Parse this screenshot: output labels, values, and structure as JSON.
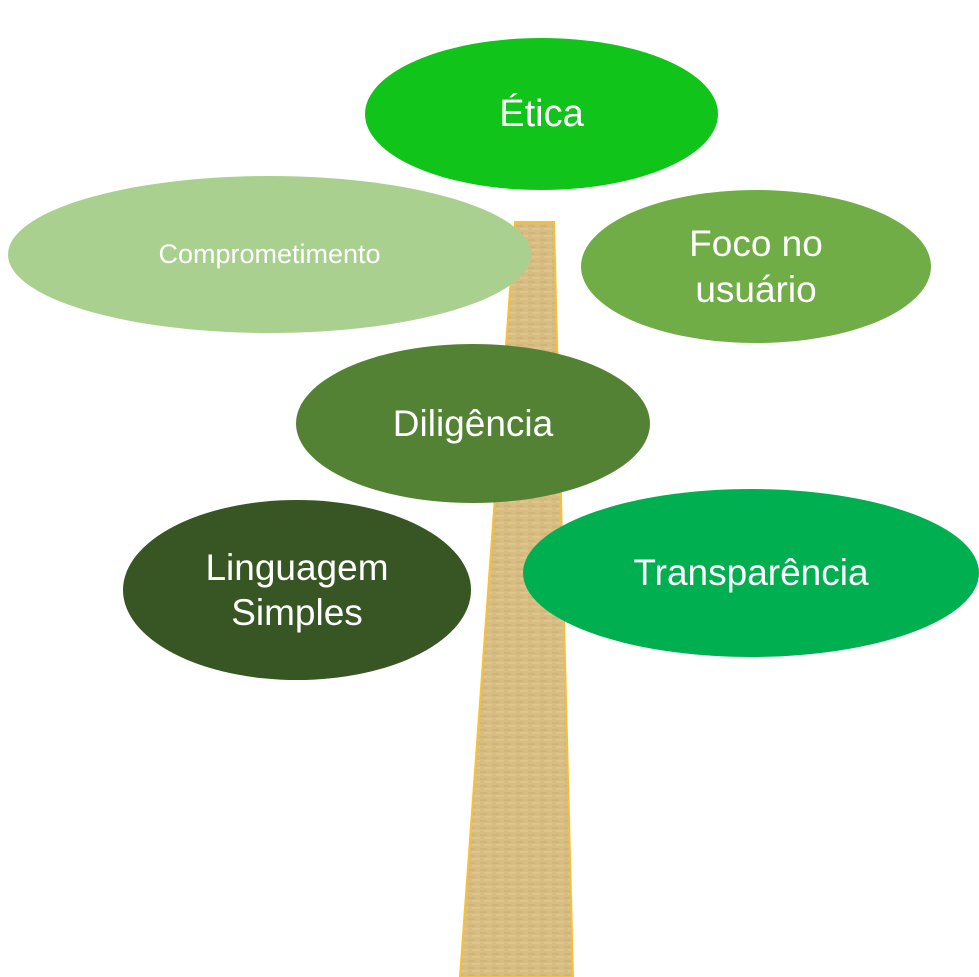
{
  "diagram": {
    "trunk": {
      "fill": "#d8bd83",
      "edge": "#f5c13a",
      "grain": "#c4a56a"
    },
    "leaves": [
      {
        "id": "etica",
        "label": "Ética",
        "color": "#11c41a"
      },
      {
        "id": "comprometimento",
        "label": "Comprometimento",
        "color": "#a9d08e"
      },
      {
        "id": "foco",
        "label": "Foco no\nusuário",
        "color": "#70ad47"
      },
      {
        "id": "diligencia",
        "label": "Diligência",
        "color": "#548235"
      },
      {
        "id": "linguagem",
        "label": "Linguagem\nSimples",
        "color": "#375623"
      },
      {
        "id": "transparencia",
        "label": "Transparência",
        "color": "#00b050"
      }
    ]
  }
}
